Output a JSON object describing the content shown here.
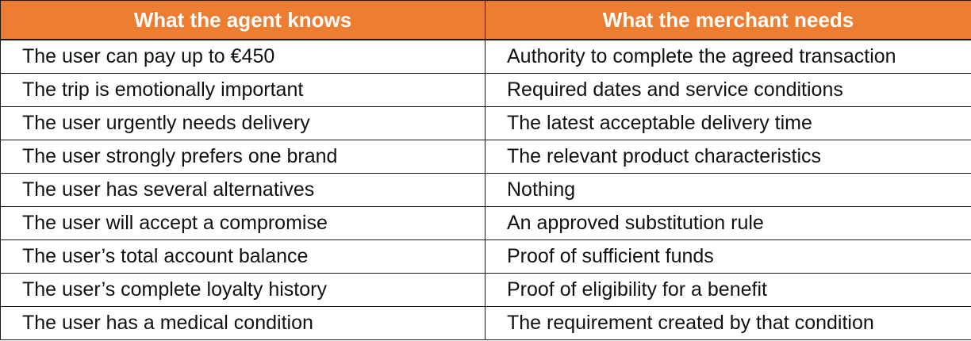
{
  "table": {
    "headers": [
      "What the agent knows",
      "What the merchant needs"
    ],
    "rows": [
      [
        "The user can pay up to €450",
        "Authority to complete the agreed transaction"
      ],
      [
        "The trip is emotionally important",
        "Required dates and service conditions"
      ],
      [
        "The user urgently needs delivery",
        "The latest acceptable delivery time"
      ],
      [
        "The user strongly prefers one brand",
        "The relevant product characteristics"
      ],
      [
        "The user has several alternatives",
        "Nothing"
      ],
      [
        "The user will accept a compromise",
        "An approved substitution rule"
      ],
      [
        "The user’s total account balance",
        "Proof of sufficient funds"
      ],
      [
        "The user’s complete loyalty history",
        "Proof of eligibility for a benefit"
      ],
      [
        "The user has a medical condition",
        "The requirement created by that condition"
      ]
    ]
  },
  "colors": {
    "header_bg": "#ed7d31",
    "header_text": "#ffffff",
    "border": "#1a1a1a"
  }
}
